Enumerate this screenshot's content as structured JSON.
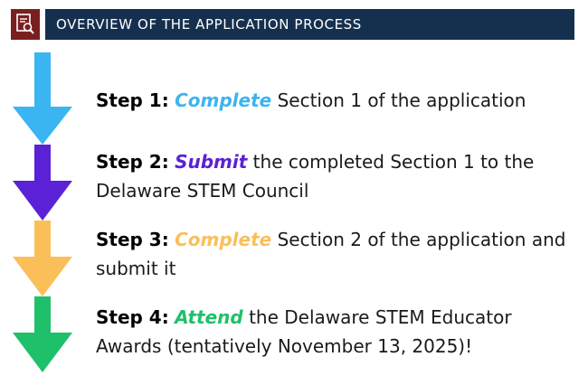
{
  "header": {
    "title": "OVERVIEW OF THE APPLICATION PROCESS",
    "icon": "document-search-icon",
    "icon_color": "#7a1f1f",
    "bar_color": "#15304f"
  },
  "steps": [
    {
      "lead": "Step 1:",
      "verb": "Complete",
      "rest": " Section 1 of the application",
      "color": "#3bb4f2"
    },
    {
      "lead": "Step 2:",
      "verb": "Submit",
      "rest": " the completed Section 1 to the Delaware STEM Council",
      "color": "#5b21d6"
    },
    {
      "lead": "Step 3:",
      "verb": "Complete",
      "rest": " Section 2 of the application and submit it",
      "color": "#fbbf5a"
    },
    {
      "lead": "Step 4:",
      "verb": "Attend",
      "rest": " the Delaware STEM Educator Awards (tentatively November 13, 2025)!",
      "color": "#1fc06a"
    }
  ]
}
